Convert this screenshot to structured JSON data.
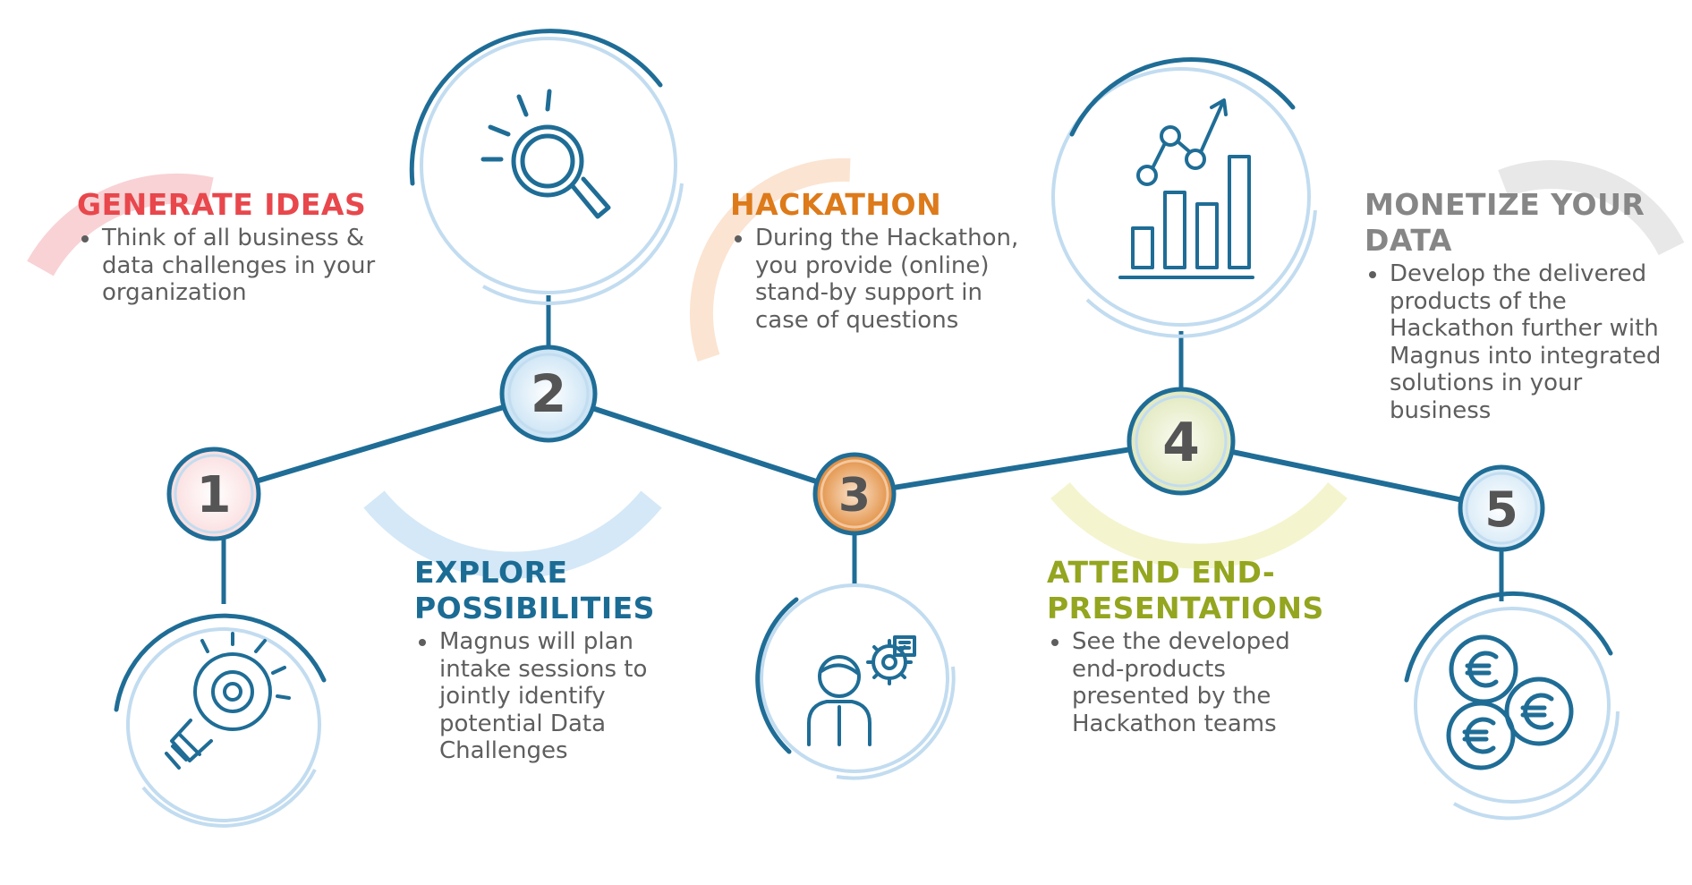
{
  "steps": [
    {
      "number": "1",
      "title": "GENERATE IDEAS",
      "description": "Think of all business & data challenges in your organization",
      "color": "#e8474c",
      "icon": "lightbulb-gear-icon"
    },
    {
      "number": "2",
      "title": "EXPLORE POSSIBILITIES",
      "description": "Magnus will plan intake sessions to jointly identify potential Data Challenges",
      "color": "#1b6c94",
      "icon": "magnifier-icon"
    },
    {
      "number": "3",
      "title": "HACKATHON",
      "description": "During the Hackathon, you provide (online) stand-by support in case of questions",
      "color": "#dd7a1a",
      "icon": "person-gears-icon"
    },
    {
      "number": "4",
      "title": "ATTEND END-PRESENTATIONS",
      "description": "See the developed end-products presented by the Hackathon teams",
      "color": "#94a51f",
      "icon": "bar-chart-icon"
    },
    {
      "number": "5",
      "title": "MONETIZE YOUR DATA",
      "description": "Develop the delivered products of the Hackathon further with Magnus into integrated solutions in your business",
      "color": "#868686",
      "icon": "euro-coins-icon"
    }
  ],
  "palette": {
    "line": "#1f6d96",
    "ring_light": "#b6d6ef",
    "icon_stroke": "#1f6d96"
  }
}
